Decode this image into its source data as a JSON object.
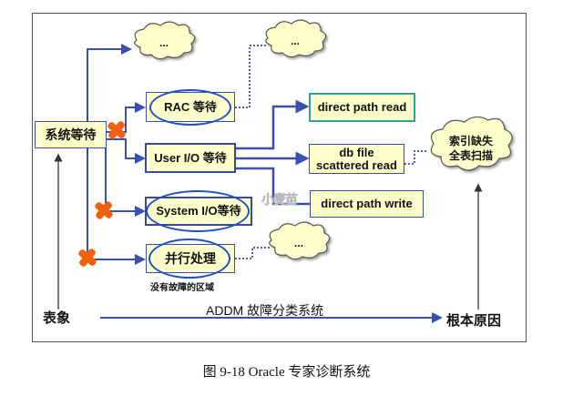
{
  "figure": {
    "caption": "图 9-18    Oracle 专家诊断系统"
  },
  "nodes": {
    "system_wait": "系统等待",
    "rac_wait": "RAC 等待",
    "user_io_wait": "User I/O 等待",
    "system_io_wait": "System I/O等待",
    "parallel_processing": "并行处理",
    "direct_path_read": "direct path read",
    "db_file_scattered_read_line1": "db file",
    "db_file_scattered_read_line2": "scattered read",
    "direct_path_write": "direct path write"
  },
  "clouds": {
    "top_left": "...",
    "top_right": "...",
    "parallel": "...",
    "root_cause_line1": "索引缺失",
    "root_cause_line2": "全表扫描"
  },
  "annotations": {
    "no_fault_area": "没有故障的区域",
    "symptom": "表象",
    "root_cause": "根本原因",
    "addm_axis": "ADDM 故障分类系统",
    "watermark": "小麦苗"
  },
  "colors": {
    "connector": "#3a4fb0",
    "box_fill": "#ffffcc",
    "oval": "#1e50c8",
    "cross": "#f06010",
    "cloud_fill": "#ffffcc",
    "teal_border": "#2aa39a"
  }
}
